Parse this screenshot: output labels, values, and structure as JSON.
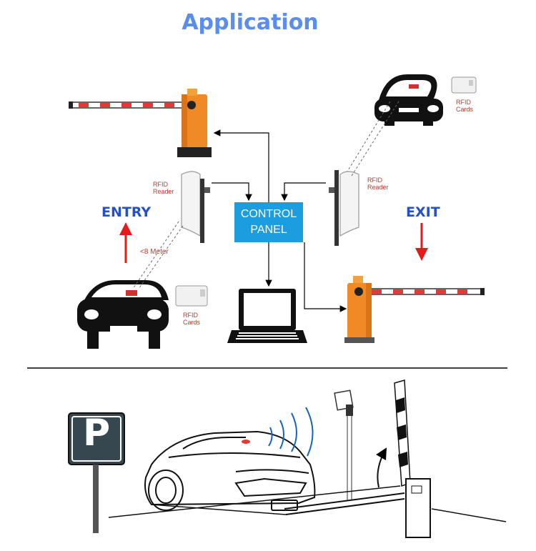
{
  "title": "Application",
  "labels": {
    "entry": "ENTRY",
    "exit": "EXIT",
    "control_panel_line1": "CONTROL",
    "control_panel_line2": "PANEL",
    "rfid_reader_left": [
      "RFID",
      "Reader"
    ],
    "rfid_reader_right": [
      "RFID",
      "Reader"
    ],
    "rfid_cards_top": [
      "RFID",
      "Cards"
    ],
    "rfid_cards_bottom": [
      "RFID",
      "Cards"
    ],
    "distance": "<8 Meter",
    "parking_sign": "P"
  },
  "colors": {
    "title": "#5b8def",
    "entry_exit": "#2450c8",
    "arrow_red": "#e31b1b",
    "control_panel": "#1c9de0",
    "barrier_orange": "#f08a24",
    "rfid_text": "#c0392b"
  }
}
